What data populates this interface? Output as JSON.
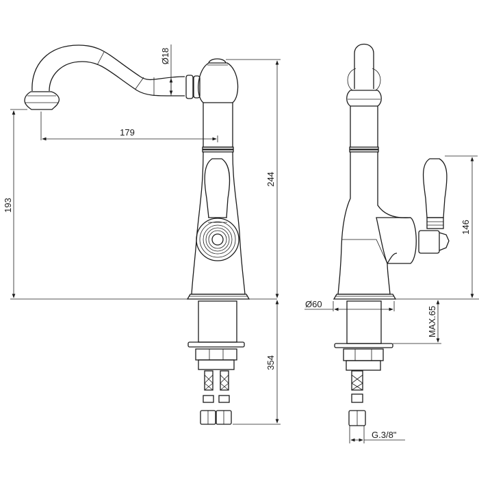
{
  "title": "Faucet technical drawing",
  "dimensions": {
    "spout_diameter": "Ø18",
    "spout_reach": "179",
    "spout_height": "193",
    "total_height": "244",
    "total_length_with_hoses": "354",
    "base_diameter": "Ø60",
    "lever_height": "146",
    "max_deck_thickness": "MAX.65",
    "connection_thread": "G.3/8\""
  },
  "colors": {
    "line": "#1a1a1a",
    "background": "#ffffff"
  }
}
